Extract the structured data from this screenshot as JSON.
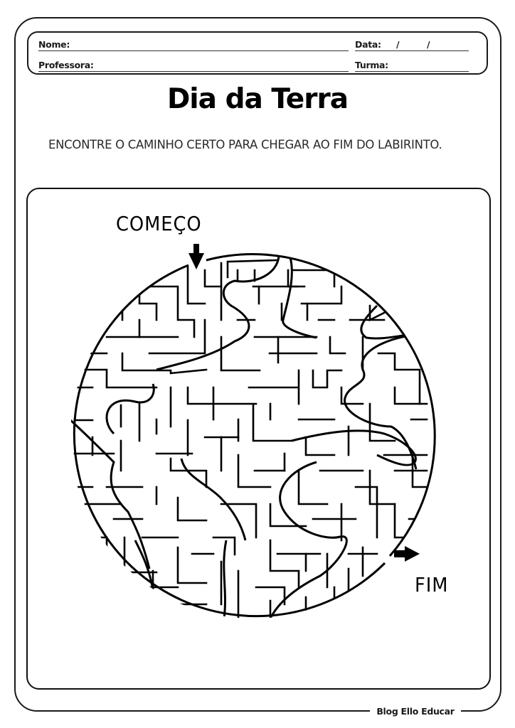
{
  "header": {
    "fields": {
      "name_label": "Nome:",
      "date_label": "Data:",
      "date_sep_1": "/",
      "date_sep_2": "/",
      "teacher_label": "Professora:",
      "class_label": "Turma:"
    }
  },
  "worksheet": {
    "title": "Dia da Terra",
    "instructions": "ENCONTRE O CAMINHO CERTO PARA CHEGAR AO FIM DO LABIRINTO."
  },
  "maze": {
    "start_label": "COMEÇO",
    "end_label": "FIM",
    "start_icon": "arrow-down-icon",
    "end_icon": "arrow-right-icon",
    "shape": "globe",
    "stroke_color": "#000000"
  },
  "footer": {
    "credit": "Blog Ello Educar"
  }
}
